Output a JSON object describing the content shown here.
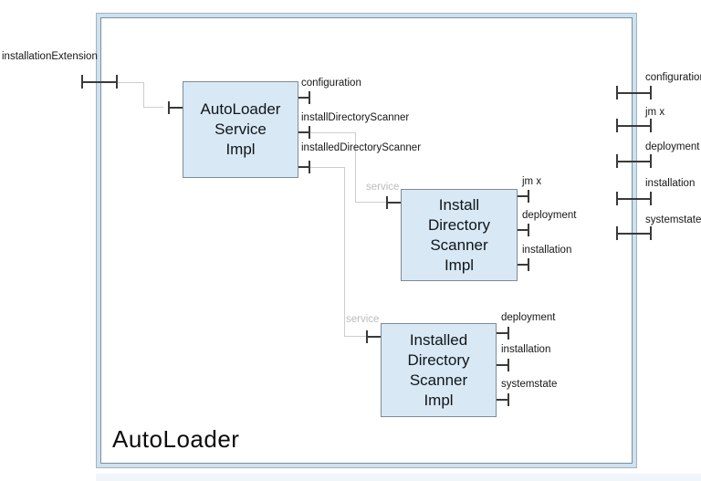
{
  "frame": {
    "label": "AutoLoader",
    "left_ports": [
      {
        "name": "installationExtension"
      }
    ],
    "right_ports": [
      {
        "name": "configuration"
      },
      {
        "name": "jm x"
      },
      {
        "name": "deployment"
      },
      {
        "name": "installation"
      },
      {
        "name": "systemstate"
      }
    ]
  },
  "components": [
    {
      "name": "AutoLoader Service Impl",
      "lines": [
        "AutoLoader",
        "Service",
        "Impl"
      ],
      "right_ports": [
        {
          "name": "configuration"
        },
        {
          "name": "installDirectoryScanner"
        },
        {
          "name": "installedDirectoryScanner"
        }
      ]
    },
    {
      "name": "Install Directory Scanner Impl",
      "lines": [
        "Install",
        "Directory",
        "Scanner",
        "Impl"
      ],
      "left_port": {
        "name": "service"
      },
      "right_ports": [
        {
          "name": "jm x"
        },
        {
          "name": "deployment"
        },
        {
          "name": "installation"
        }
      ]
    },
    {
      "name": "Installed Directory Scanner Impl",
      "lines": [
        "Installed",
        "Directory",
        "Scanner",
        "Impl"
      ],
      "left_port": {
        "name": "service"
      },
      "right_ports": [
        {
          "name": "deployment"
        },
        {
          "name": "installation"
        },
        {
          "name": "systemstate"
        }
      ]
    }
  ],
  "colors": {
    "component_fill": "#d8e8f4",
    "component_border": "#7e8b95",
    "frame_band": "#cfe1ee",
    "frame_outer_line": "#9fb4c4",
    "frame_inner_line": "#7b8f9d",
    "connector_dark": "#3a3a3a",
    "connector_light": "#c9ced3",
    "service_label_color": "#b9bcbe"
  }
}
